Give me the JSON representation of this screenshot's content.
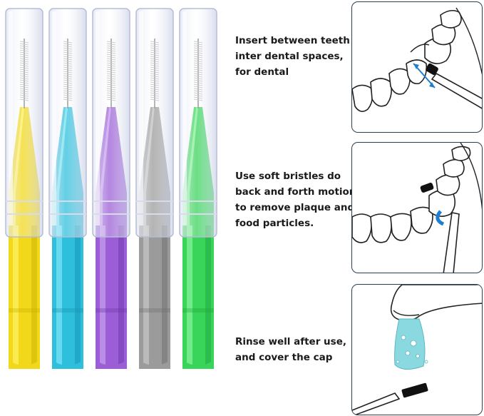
{
  "steps": [
    {
      "lines": [
        "Insert between teeth",
        "inter dental spaces,",
        "for dental"
      ]
    },
    {
      "lines": [
        "Use soft bristles do",
        "back and forth motion",
        "to remove plaque and",
        "food particles."
      ]
    },
    {
      "lines": [
        "Rinse well after use,",
        "and cover the cap"
      ]
    }
  ],
  "brushes": [
    {
      "color_name": "yellow",
      "light": "#fff36a",
      "main": "#f2d81a",
      "dark": "#c9b100"
    },
    {
      "color_name": "blue",
      "light": "#7fe6f5",
      "main": "#2ebfdc",
      "dark": "#1693b3"
    },
    {
      "color_name": "purple",
      "light": "#c7a3ef",
      "main": "#9b5ed6",
      "dark": "#6d35a8"
    },
    {
      "color_name": "gray",
      "light": "#c8c8c8",
      "main": "#9b9b9b",
      "dark": "#6e6e6e"
    },
    {
      "color_name": "green",
      "light": "#8bf59e",
      "main": "#39d45a",
      "dark": "#1fa53c"
    }
  ],
  "colors": {
    "panel_border": "#2f3d50",
    "arrow": "#1e7fd0",
    "water": "#8ad9e0"
  }
}
